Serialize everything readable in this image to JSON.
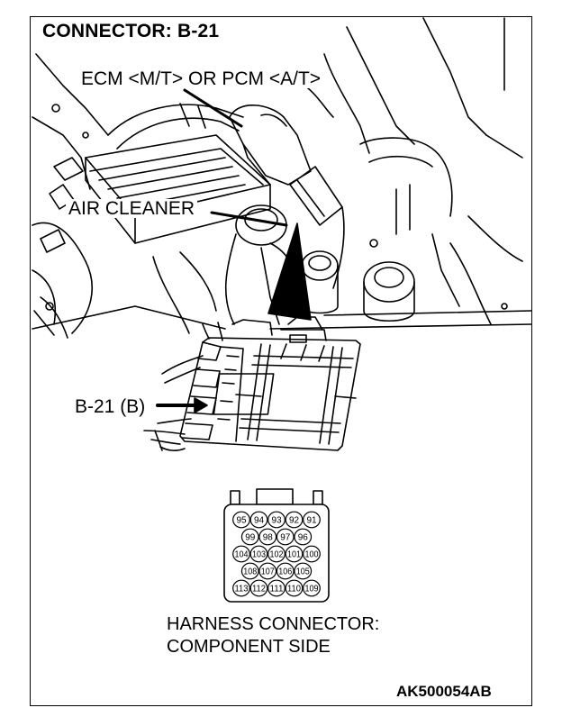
{
  "title": "CONNECTOR: B-21",
  "labels": {
    "ecm": "ECM <M/T> OR PCM <A/T>",
    "air_cleaner": "AIR CLEANER",
    "connector_callout": "B-21 (B)"
  },
  "harness": {
    "line1": "HARNESS CONNECTOR:",
    "line2": "COMPONENT SIDE",
    "pin_rows": [
      [
        "95",
        "94",
        "93",
        "92",
        "91"
      ],
      [
        "99",
        "98",
        "97",
        "96"
      ],
      [
        "104",
        "103",
        "102",
        "101",
        "100"
      ],
      [
        "108",
        "107",
        "106",
        "105"
      ],
      [
        "113",
        "112",
        "111",
        "110",
        "109"
      ]
    ]
  },
  "figure_code": "AK500054AB"
}
